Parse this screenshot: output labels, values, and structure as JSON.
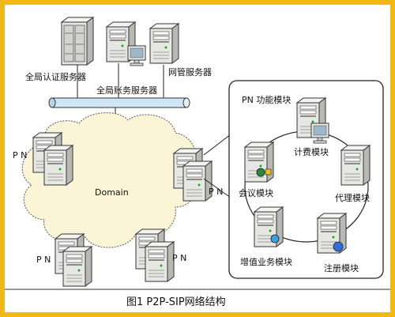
{
  "diagram": {
    "top_servers": {
      "global_auth": "全局认证服务器",
      "global_account": "全局账务服务器",
      "network_mgmt": "网管服务器"
    },
    "domain_label": "Domain",
    "pn_label": "P N",
    "module_panel": {
      "title": "PN 功能模块",
      "billing": "计费模块",
      "proxy": "代理模块",
      "registration": "注册模块",
      "value_added": "增值业务模块",
      "conference": "会议模块"
    },
    "caption": "图1   P2P-SIP网络结构"
  },
  "colors": {
    "frame": "#f2b818",
    "cloud_fill": "#fbf4d6",
    "bus_fill": "#cfe6f5",
    "server_body": "#e4e4e0"
  }
}
